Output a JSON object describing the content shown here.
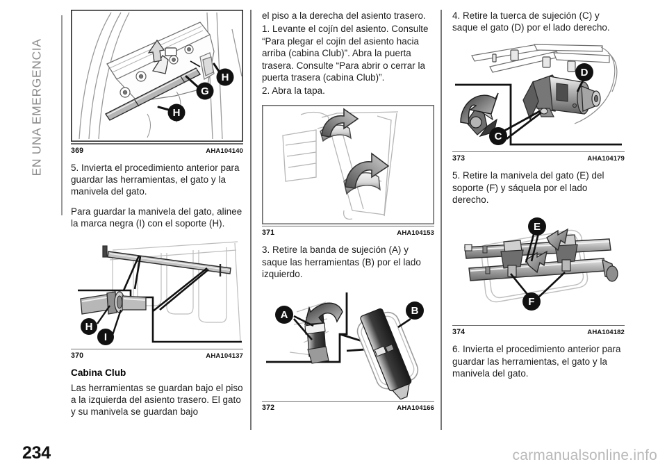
{
  "page": {
    "chapter_label": "EN UNA EMERGENCIA",
    "page_number": "234",
    "watermark": "carmanualsonline.info"
  },
  "columns": [
    {
      "id": "column-1",
      "blocks": [
        {
          "kind": "figure",
          "figure": "369",
          "code": "AHA104140",
          "illustration": "rear-sill-rail-storage",
          "callouts": [
            "G",
            "H",
            "H"
          ]
        },
        {
          "kind": "paragraph",
          "text": "5. Invierta el procedimiento anterior para guardar las herramientas, el gato y la manivela del gato."
        },
        {
          "kind": "paragraph",
          "text": "Para guardar la manivela del gato, alinee la marca negra (I) con el soporte (H)."
        },
        {
          "kind": "figure",
          "figure": "370",
          "code": "AHA104137",
          "illustration": "jack-handle-rod-detail",
          "callouts": [
            "H",
            "I"
          ]
        },
        {
          "kind": "subhead",
          "text": "Cabina Club"
        },
        {
          "kind": "paragraph",
          "text": "Las herramientas se guardan bajo el piso a la izquierda del asiento trasero. El gato y su manivela se guardan bajo"
        }
      ]
    },
    {
      "id": "column-2",
      "blocks": [
        {
          "kind": "paragraph",
          "text": "el piso a la derecha del asiento trasero."
        },
        {
          "kind": "paragraph",
          "text": "1. Levante el cojín del asiento. Consulte “Para plegar el cojín del asiento hacia arriba (cabina Club)”. Abra la puerta trasera. Consulte “Para abrir o cerrar la puerta trasera (cabina Club)”."
        },
        {
          "kind": "paragraph",
          "text": "2. Abra la tapa."
        },
        {
          "kind": "figure",
          "figure": "371",
          "code": "AHA104153",
          "illustration": "seat-cushion-lift-arrows",
          "callouts": []
        },
        {
          "kind": "paragraph",
          "text": "3. Retire la banda de sujeción (A) y saque las herramientas (B) por el lado izquierdo."
        },
        {
          "kind": "figure",
          "figure": "372",
          "code": "AHA104166",
          "illustration": "retaining-strap-and-tool-bag",
          "callouts": [
            "A",
            "B"
          ]
        }
      ]
    },
    {
      "id": "column-3",
      "blocks": [
        {
          "kind": "paragraph",
          "text": "4. Retire la tuerca de sujeción (C) y saque el gato (D) por el lado derecho."
        },
        {
          "kind": "figure",
          "figure": "373",
          "code": "AHA104179",
          "illustration": "jack-retaining-nut",
          "callouts": [
            "C",
            "D"
          ]
        },
        {
          "kind": "paragraph",
          "text": "5. Retire la manivela del gato (E) del soporte (F) y sáquela por el lado derecho."
        },
        {
          "kind": "figure",
          "figure": "374",
          "code": "AHA104182",
          "illustration": "jack-handle-bracket",
          "callouts": [
            "E",
            "F"
          ]
        },
        {
          "kind": "paragraph",
          "text": "6. Invierta el procedimiento anterior para guardar las herramientas, el gato y la manivela del gato."
        }
      ]
    }
  ]
}
